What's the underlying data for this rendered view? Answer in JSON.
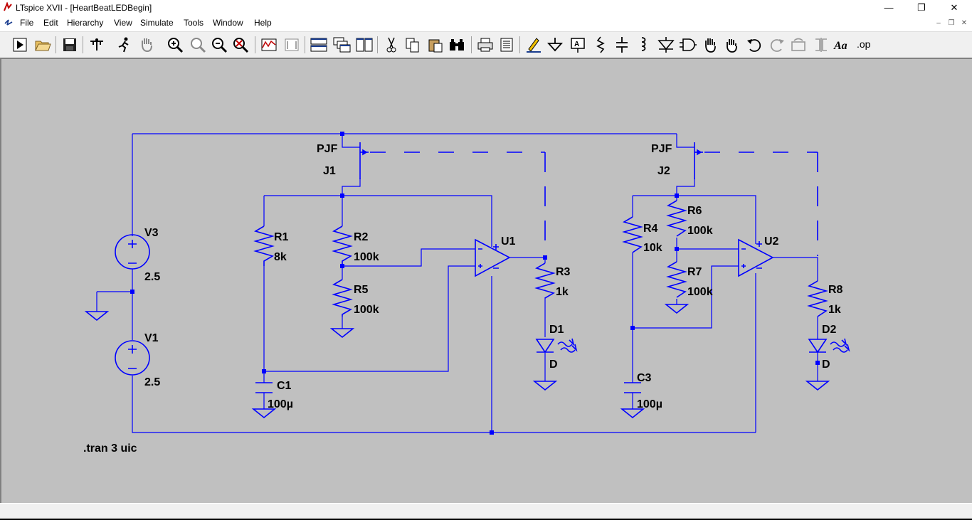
{
  "window": {
    "title": "LTspice XVII - [HeartBeatLEDBegin]",
    "controls": {
      "minimize": "—",
      "maximize": "❐",
      "close": "✕"
    }
  },
  "menu": {
    "items": [
      "File",
      "Edit",
      "Hierarchy",
      "View",
      "Simulate",
      "Tools",
      "Window",
      "Help"
    ],
    "mdi_controls": {
      "minimize": "–",
      "restore": "❐",
      "close": "✕"
    }
  },
  "toolbar": {
    "buttons": [
      "run-icon",
      "open-icon",
      "save-icon",
      "control-panel-icon",
      "halt-icon",
      "pan-icon",
      "zoom-in-icon",
      "zoom-area-icon",
      "zoom-out-icon",
      "zoom-fit-icon",
      "plot-icon",
      "autorange-icon",
      "tile-horizontal-icon",
      "cascade-icon",
      "tile-vertical-icon",
      "cut-icon",
      "copy-icon",
      "paste-icon",
      "find-icon",
      "print-icon",
      "print-preview-icon",
      "draw-wire-icon",
      "ground-icon",
      "label-net-icon",
      "resistor-icon",
      "capacitor-icon",
      "inductor-icon",
      "diode-icon",
      "component-icon",
      "move-icon",
      "drag-icon",
      "undo-icon",
      "redo-icon",
      "rotate-icon",
      "mirror-icon",
      "text-icon",
      "spice-directive-icon"
    ],
    "op_label": ".op",
    "text_label": "Aa"
  },
  "schematic": {
    "background": "#c0c0c0",
    "wire_color": "#0000ff",
    "directive": ".tran 3 uic",
    "components": {
      "V3": {
        "name": "V3",
        "value": "2.5"
      },
      "V1": {
        "name": "V1",
        "value": "2.5"
      },
      "J1": {
        "model": "PJF",
        "name": "J1"
      },
      "J2": {
        "model": "PJF",
        "name": "J2"
      },
      "R1": {
        "name": "R1",
        "value": "8k"
      },
      "R2": {
        "name": "R2",
        "value": "100k"
      },
      "R5": {
        "name": "R5",
        "value": "100k"
      },
      "R3": {
        "name": "R3",
        "value": "1k"
      },
      "R4": {
        "name": "R4",
        "value": "10k"
      },
      "R6": {
        "name": "R6",
        "value": "100k"
      },
      "R7": {
        "name": "R7",
        "value": "100k"
      },
      "R8": {
        "name": "R8",
        "value": "1k"
      },
      "C1": {
        "name": "C1",
        "value": "100µ"
      },
      "C3": {
        "name": "C3",
        "value": "100µ"
      },
      "U1": {
        "name": "U1"
      },
      "U2": {
        "name": "U2"
      },
      "D1": {
        "name": "D1",
        "model": "D"
      },
      "D2": {
        "name": "D2",
        "model": "D"
      }
    }
  }
}
